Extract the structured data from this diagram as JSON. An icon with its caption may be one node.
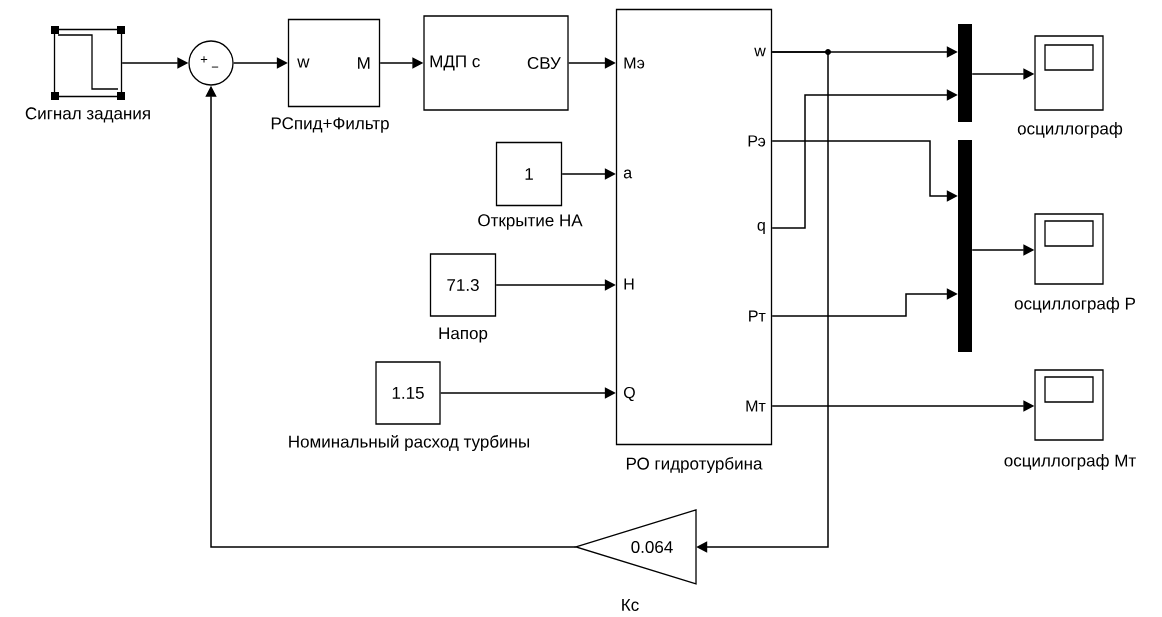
{
  "diagram": {
    "nodes": [
      {
        "text": [],
        "shape": "picture",
        "beside": [
          "Сигнал задания"
        ]
      },
      {
        "text": [
          "+",
          "−"
        ]
      },
      {
        "text": [
          "w",
          "M"
        ],
        "beside": [
          "РСпид+Фильтр"
        ]
      },
      {
        "text": [
          "МДП с",
          "СВУ"
        ]
      },
      {
        "text": [
          "1"
        ],
        "beside": [
          "Открытие НА"
        ]
      },
      {
        "text": [
          "71.3"
        ],
        "beside": [
          "Напор"
        ]
      },
      {
        "text": [
          "1.15"
        ],
        "beside": [
          "Номинальный расход турбины"
        ]
      },
      {
        "text": [
          "Мэ",
          "a",
          "H",
          "Q",
          "w",
          "Рэ",
          "q",
          "Рт",
          "Мт"
        ],
        "beside": [
          "РО гидротурбина"
        ]
      },
      {
        "text": [],
        "shape": "bar"
      },
      {
        "text": [],
        "shape": "bar"
      },
      {
        "text": [],
        "shape": "picture",
        "beside": [
          "осциллограф"
        ]
      },
      {
        "text": [],
        "shape": "picture",
        "beside": [
          "осциллограф Р"
        ]
      },
      {
        "text": [],
        "shape": "picture",
        "beside": [
          "осциллограф Мт"
        ]
      },
      {
        "text": [
          "0.064"
        ],
        "beside": [
          "Кс"
        ]
      }
    ],
    "edges": [
      {
        "from": 0,
        "to": 1,
        "arrow": "to"
      },
      {
        "from": 1,
        "to": 2,
        "arrow": "to"
      },
      {
        "from": 2,
        "to": 3,
        "arrow": "to"
      },
      {
        "from": 3,
        "to": 7,
        "arrow": "to"
      },
      {
        "from": 4,
        "to": 7,
        "arrow": "to"
      },
      {
        "from": 5,
        "to": 7,
        "arrow": "to"
      },
      {
        "from": 6,
        "to": 7,
        "arrow": "to"
      },
      {
        "from": 7,
        "to": 8,
        "arrow": "to"
      },
      {
        "from": 7,
        "to": 8,
        "arrow": "to"
      },
      {
        "from": 7,
        "to": 9,
        "arrow": "to"
      },
      {
        "from": 7,
        "to": 9,
        "arrow": "to"
      },
      {
        "from": 8,
        "to": 10,
        "arrow": "to"
      },
      {
        "from": 9,
        "to": 11,
        "arrow": "to"
      },
      {
        "from": 7,
        "to": 12,
        "arrow": "to"
      },
      {
        "from": 7,
        "to": 13,
        "arrow": "to"
      },
      {
        "from": 13,
        "to": 1,
        "arrow": "to"
      }
    ]
  }
}
